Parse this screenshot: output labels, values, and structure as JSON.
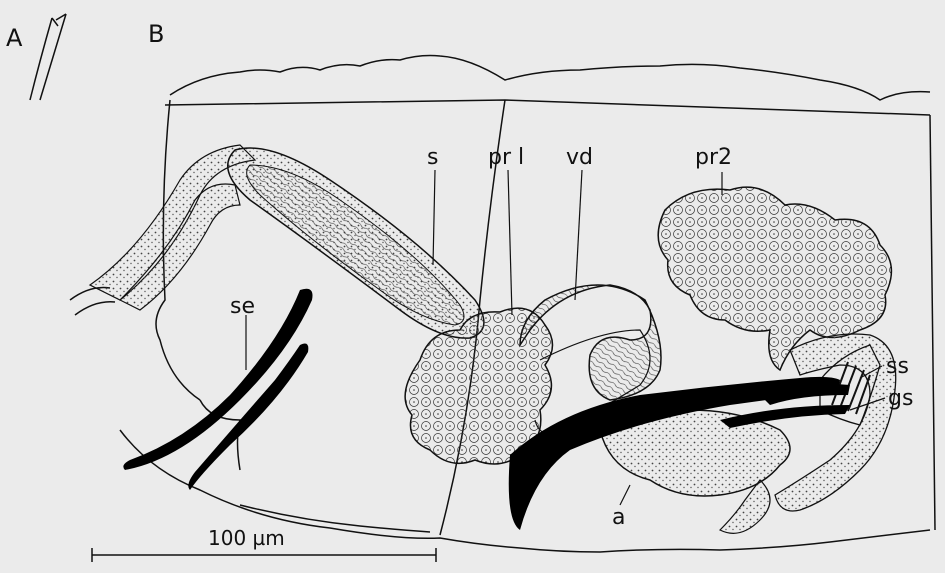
{
  "panels": {
    "a": "A",
    "b": "B"
  },
  "labels": {
    "s": "s",
    "pr1": "pr l",
    "vd": "vd",
    "pr2": "pr2",
    "se": "se",
    "ss": "ss",
    "gs": "gs",
    "a": "a"
  },
  "scale_bar": {
    "label": "100 µm"
  }
}
